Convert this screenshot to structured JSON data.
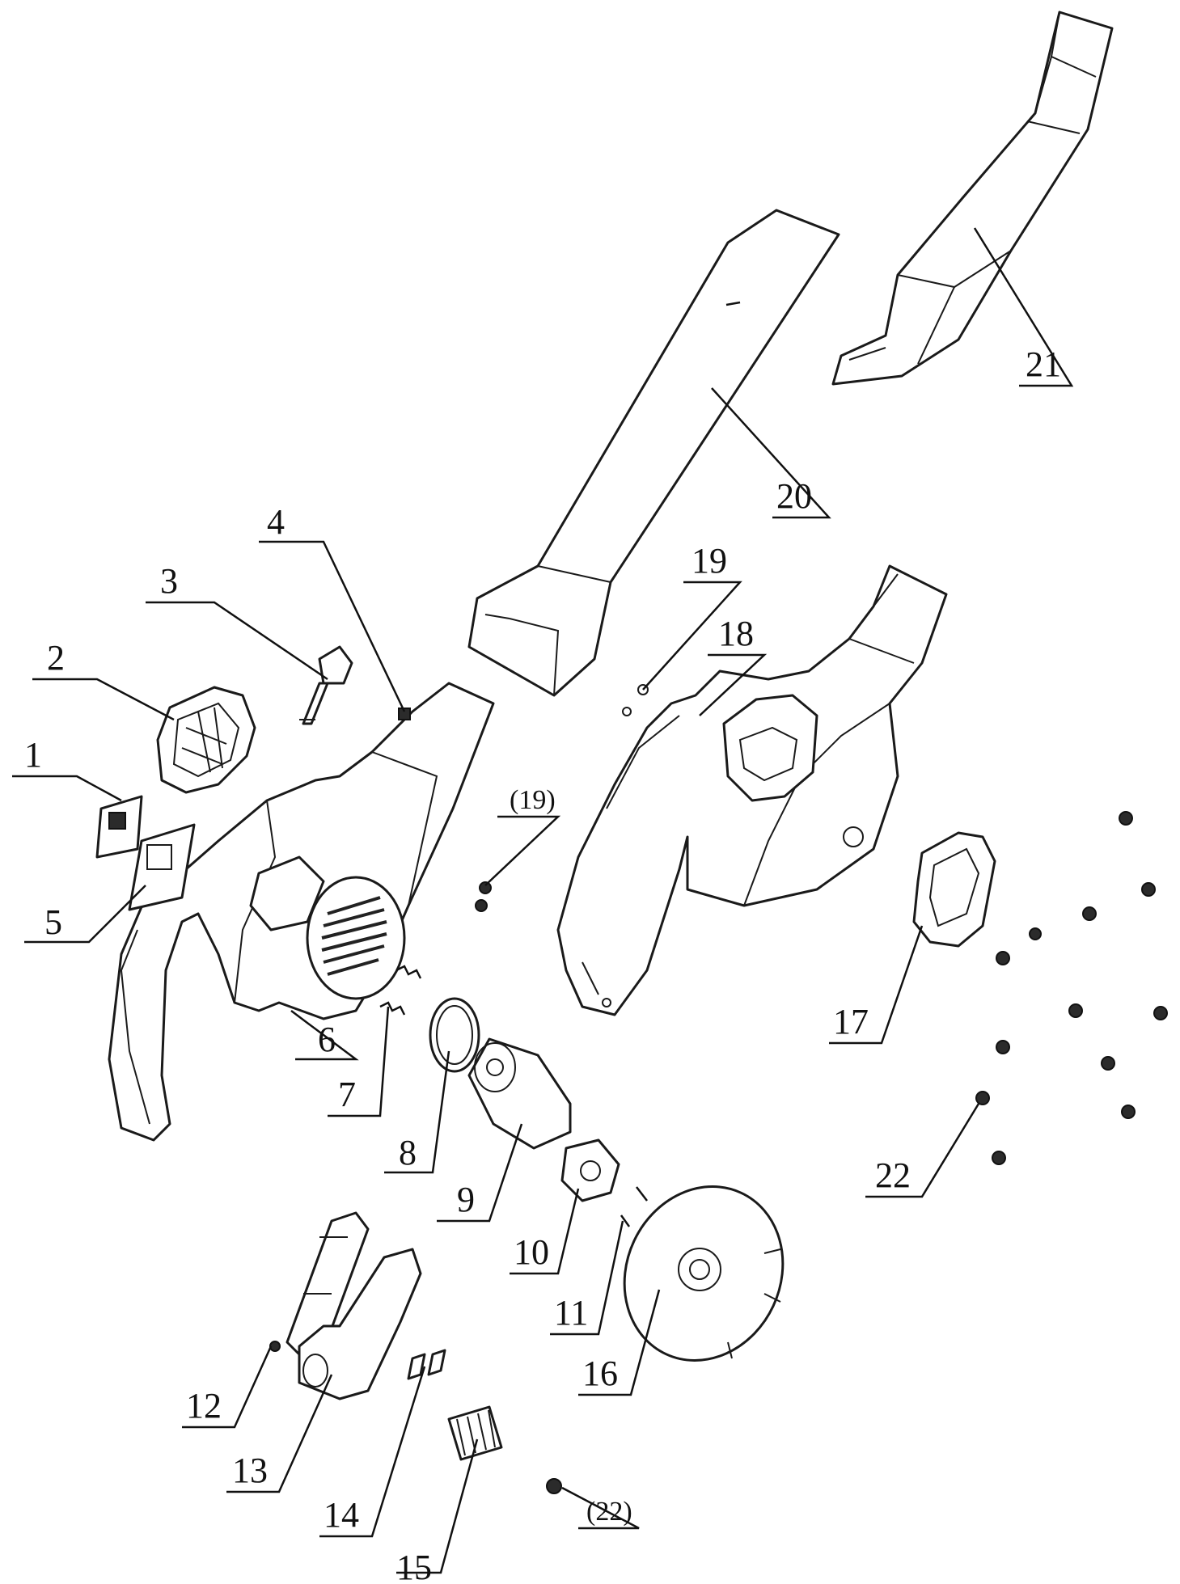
{
  "labels": {
    "p1": "1",
    "p2": "2",
    "p3": "3",
    "p4": "4",
    "p5": "5",
    "p6": "6",
    "p7": "7",
    "p8": "8",
    "p9": "9",
    "p10": "10",
    "p11": "11",
    "p12": "12",
    "p13": "13",
    "p14": "14",
    "p15": "15",
    "p16": "16",
    "p17": "17",
    "p18": "18",
    "p19": "19",
    "p19b": "(19)",
    "p20": "20",
    "p21": "21",
    "p22": "22",
    "p22b": "(22)"
  }
}
